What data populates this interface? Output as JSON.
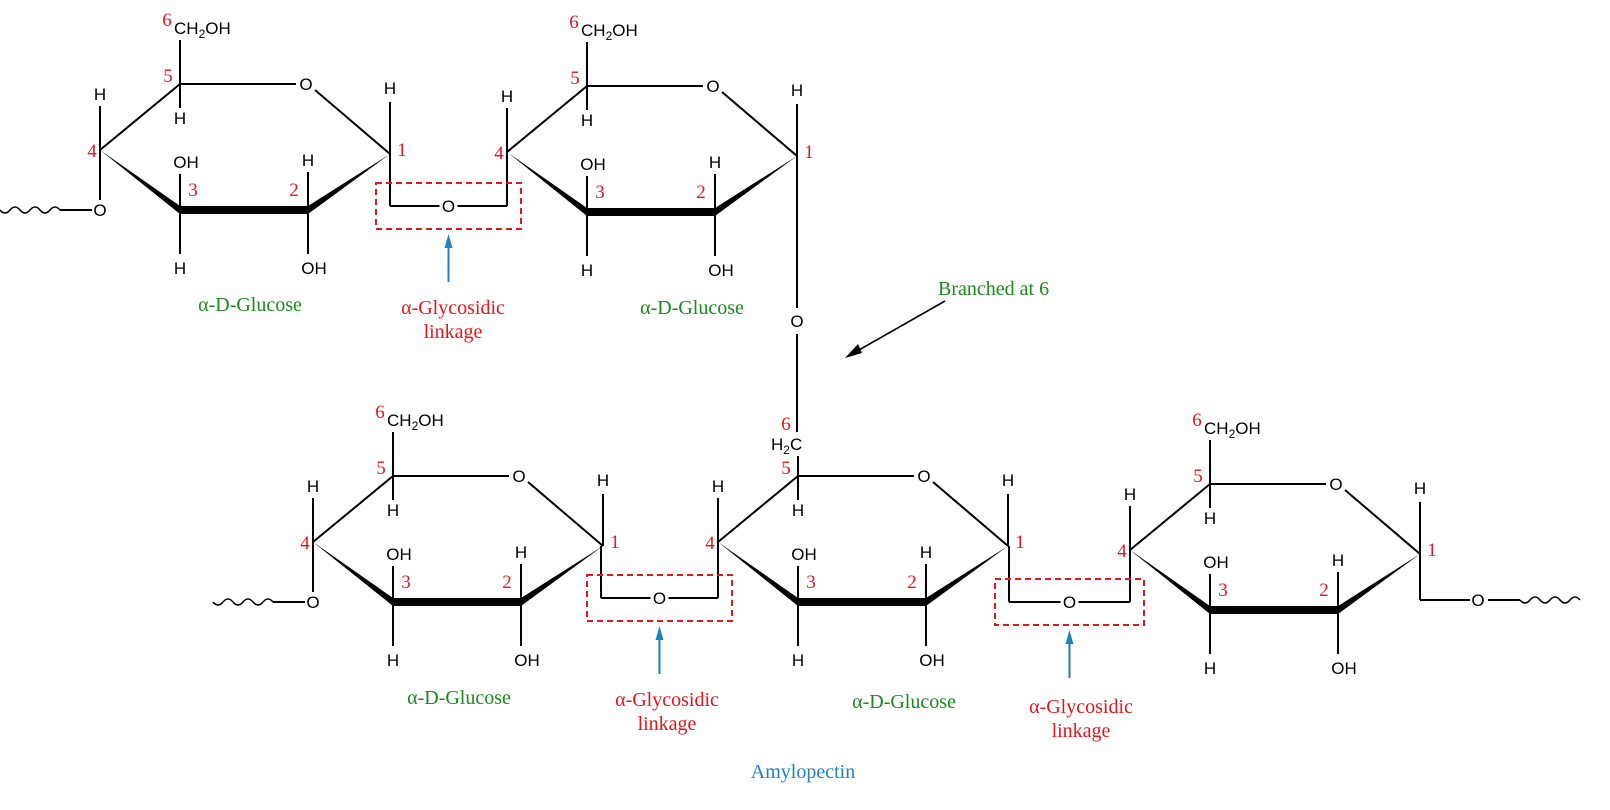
{
  "title": "Amylopectin",
  "colors": {
    "carbon_numbers": "#e8141a",
    "glucose_label": "#1a8a1a",
    "linkage_label": "#e8141a",
    "linkage_box": "#e8141a",
    "linkage_arrow": "#1f82c0",
    "title": "#1f82c0",
    "branch_label": "#1a8a1a",
    "bonds": "#000000"
  },
  "atoms": {
    "ring_oxygen": "O",
    "hydrogen": "H",
    "hydroxyl": "OH",
    "bridge_oxygen": "O",
    "ch2oh_main": "CH",
    "ch2oh_sub": "2",
    "ch2oh_tail": "OH",
    "h2c_h": "H",
    "h2c_sub": "2",
    "h2c_c": "C"
  },
  "carbon_numbers": [
    "1",
    "2",
    "3",
    "4",
    "5",
    "6"
  ],
  "rings": [
    {
      "id": "ring-a",
      "chain": "upper",
      "label": "α-D-Glucose",
      "c6": "CH2OH"
    },
    {
      "id": "ring-b",
      "chain": "upper",
      "label": "α-D-Glucose",
      "c6": "CH2OH"
    },
    {
      "id": "ring-c",
      "chain": "lower",
      "label": "α-D-Glucose",
      "c6": "CH2OH"
    },
    {
      "id": "ring-d",
      "chain": "lower",
      "label": "α-D-Glucose",
      "c6": "H2C (branch point)"
    },
    {
      "id": "ring-e",
      "chain": "lower",
      "label": "",
      "c6": "CH2OH"
    }
  ],
  "linkages": [
    {
      "between": "ring-a / ring-b",
      "line1": "α-Glycosidic",
      "line2": "linkage"
    },
    {
      "between": "ring-c / ring-d",
      "line1": "α-Glycosidic",
      "line2": "linkage"
    },
    {
      "between": "ring-d / ring-e",
      "line1": "α-Glycosidic",
      "line2": "linkage"
    }
  ],
  "branch": {
    "label": "Branched at 6",
    "from": "ring-b C1",
    "to": "ring-d C6"
  }
}
